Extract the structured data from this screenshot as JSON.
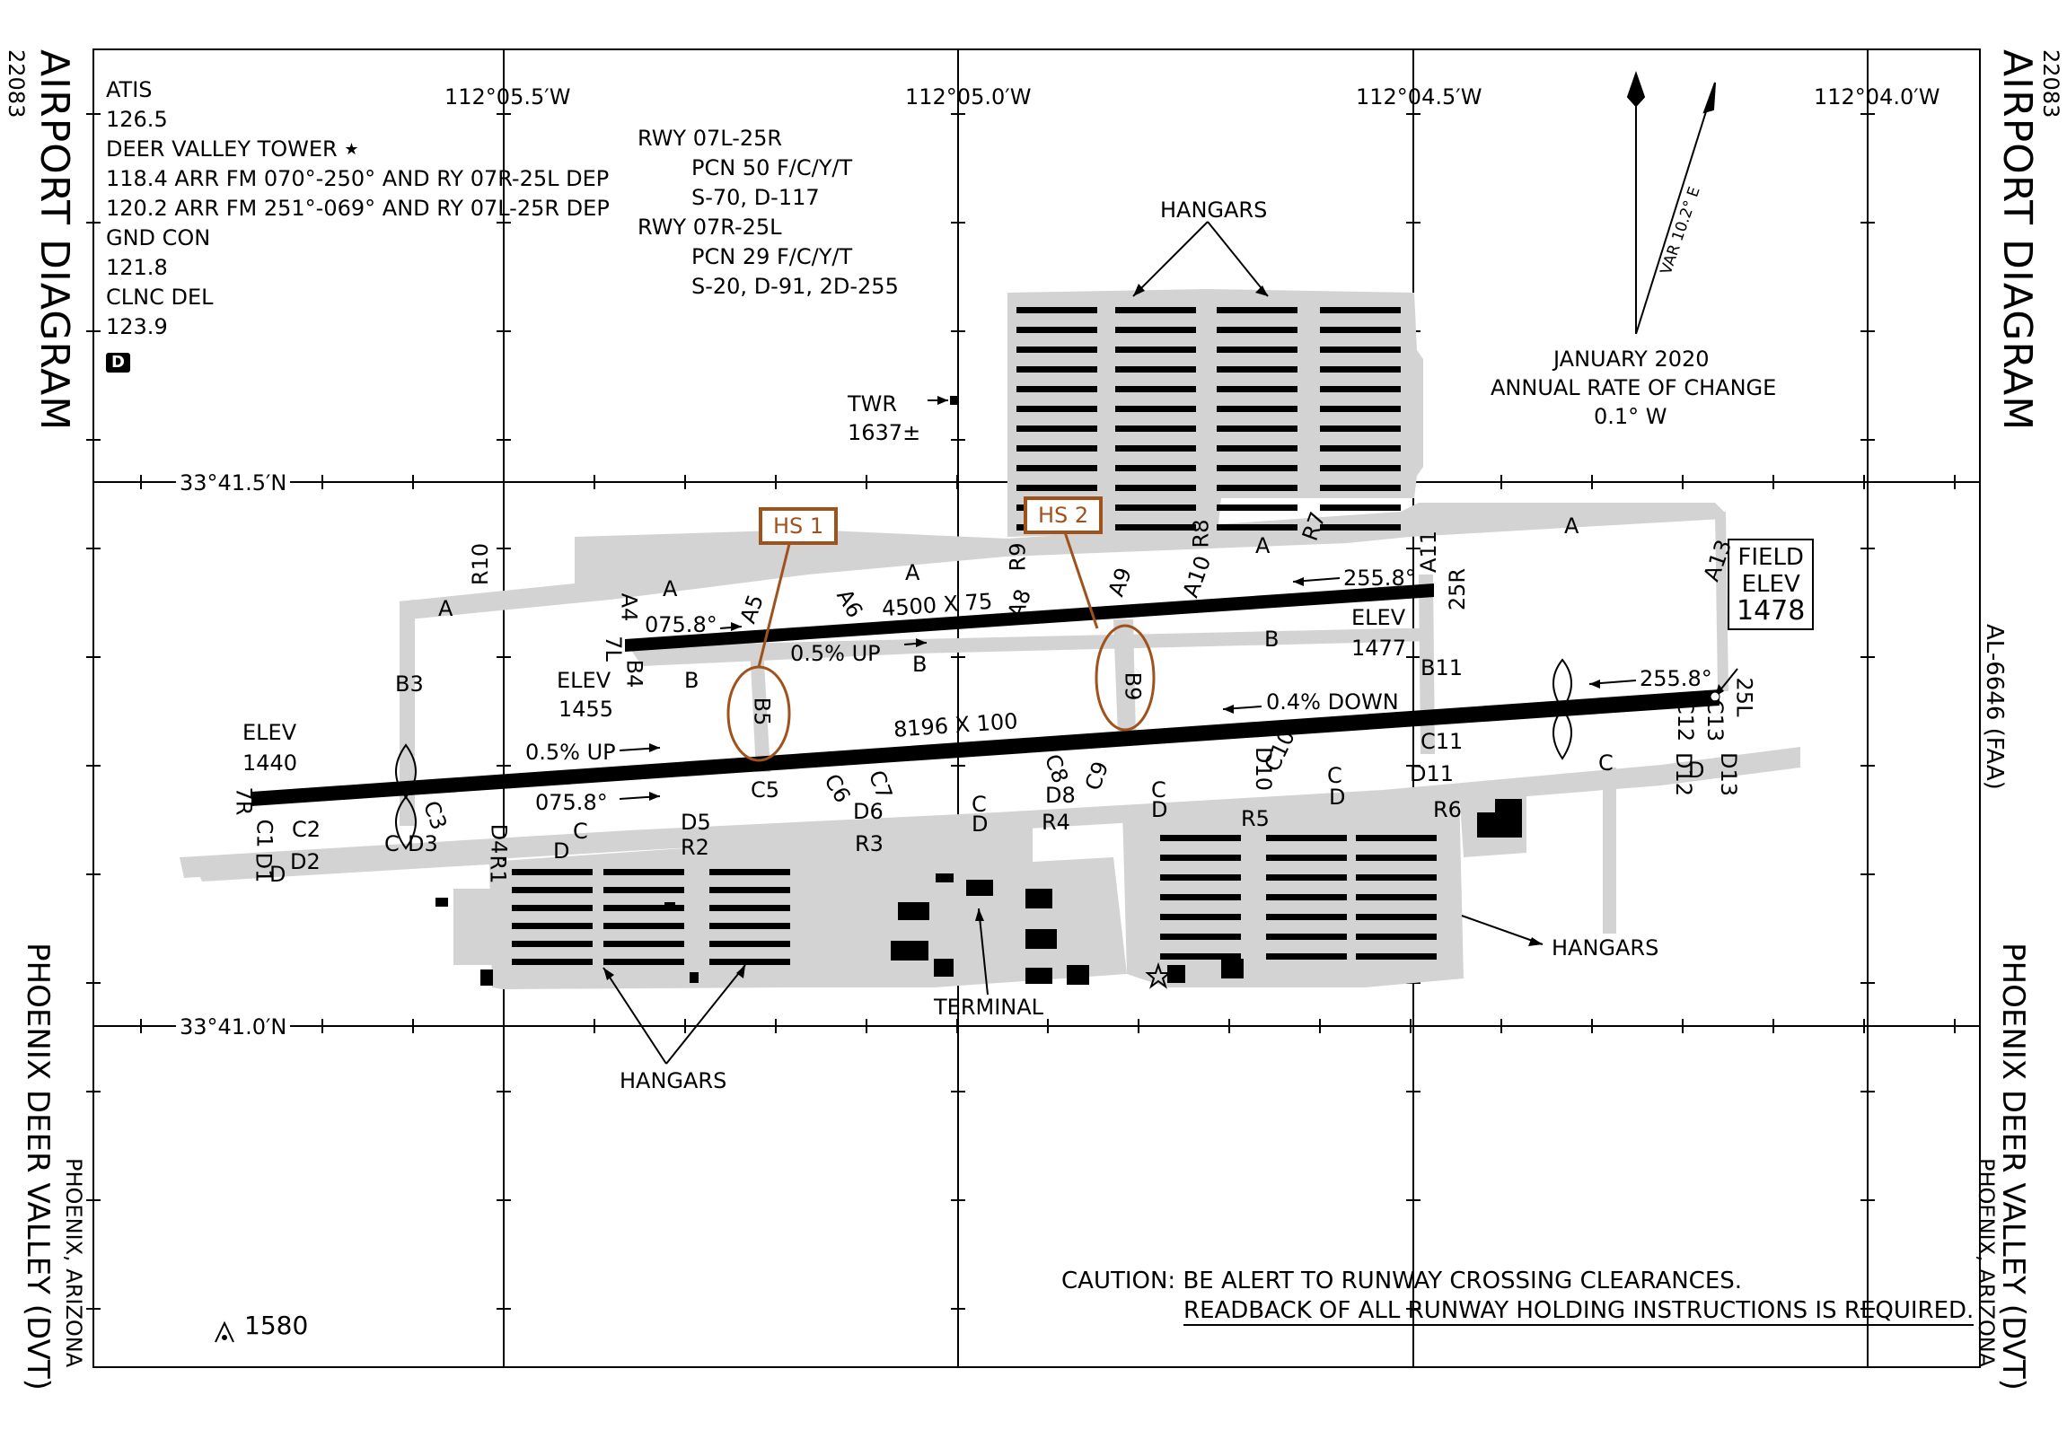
{
  "page": {
    "chart_id_left": "22083",
    "chart_id_right": "22083",
    "title_left": "AIRPORT DIAGRAM",
    "title_right": "AIRPORT DIAGRAM",
    "airport_name_left": "PHOENIX DEER VALLEY (DVT)",
    "airport_city_left": "PHOENIX, ARIZONA",
    "airport_name_right": "PHOENIX DEER VALLEY (DVT)",
    "airport_city_right": "PHOENIX, ARIZONA",
    "doc_number": "AL-6646 (FAA)"
  },
  "frequencies": {
    "atis_label": "ATIS",
    "atis_freq": "126.5",
    "tower_label": "DEER VALLEY TOWER",
    "tower_line1": "118.4  ARR FM 070°-250° AND RY 07R-25L DEP",
    "tower_line2": "120.2  ARR FM 251°-069° AND RY 07L-25R DEP",
    "gnd_label": "GND CON",
    "gnd_freq": "121.8",
    "clnc_label": "CLNC DEL",
    "clnc_freq": "123.9",
    "d_badge": "D"
  },
  "runway_info": {
    "r1_name": "RWY 07L-25R",
    "r1_pcn": "PCN 50 F/C/Y/T",
    "r1_wt": "S-70, D-117",
    "r2_name": "RWY 07R-25L",
    "r2_pcn": "PCN 29 F/C/Y/T",
    "r2_wt": "S-20, D-91, 2D-255"
  },
  "grid": {
    "lon": [
      "112°05.5′W",
      "112°05.0′W",
      "112°04.5′W",
      "112°04.0′W"
    ],
    "lat": [
      "33°41.5′N",
      "33°41.0′N"
    ]
  },
  "compass": {
    "var": "VAR 10.2° E",
    "date": "JANUARY 2020",
    "rate_label": "ANNUAL RATE OF CHANGE",
    "rate": "0.1° W"
  },
  "tower": {
    "label": "TWR",
    "elev": "1637±"
  },
  "field_elev": {
    "line1": "FIELD",
    "line2": "ELEV",
    "value": "1478"
  },
  "hot_spots": {
    "hs1": "HS 1",
    "hs2": "HS 2"
  },
  "caution": {
    "line1": "CAUTION: BE ALERT TO RUNWAY CROSSING CLEARANCES.",
    "line2": "READBACK OF ALL RUNWAY HOLDING INSTRUCTIONS IS REQUIRED."
  },
  "obstacle": "1580",
  "labels": {
    "hangars": "HANGARS",
    "terminal": "TERMINAL",
    "rwy_north_dims": "4500 X 75",
    "rwy_south_dims": "8196 X 100",
    "hdg_07": "075.8°",
    "hdg_25": "255.8°",
    "grad_north": "0.5% UP",
    "grad_south_up": "0.5% UP",
    "grad_south_down": "0.4% DOWN",
    "elev_word": "ELEV",
    "elev_1455": "1455",
    "elev_1440": "1440",
    "elev_1477": "1477",
    "rwy_7L": "7L",
    "rwy_7R": "7R",
    "rwy_25R": "25R",
    "rwy_25L": "25L",
    "tw": {
      "A": "A",
      "B": "B",
      "C": "C",
      "D": "D",
      "A4": "A4",
      "A5": "A5",
      "A6": "A6",
      "A8": "A8",
      "A9": "A9",
      "A10": "A10",
      "A11": "A11",
      "A13": "A13",
      "B3": "B3",
      "B4": "B4",
      "B5": "B5",
      "B9": "B9",
      "B11": "B11",
      "C1": "C1",
      "C2": "C2",
      "C3": "C3",
      "C5": "C5",
      "C6": "C6",
      "C7": "C7",
      "C8": "C8",
      "C9": "C9",
      "C10": "C10",
      "C11": "C11",
      "C12": "C12",
      "C13": "C13",
      "D1": "D1",
      "D2": "D2",
      "D3": "D3",
      "D4": "D4",
      "D5": "D5",
      "D6": "D6",
      "D8": "D8",
      "D10": "D10",
      "D11": "D11",
      "D12": "D12",
      "D13": "D13",
      "R1": "R1",
      "R2": "R2",
      "R3": "R3",
      "R4": "R4",
      "R5": "R5",
      "R6": "R6",
      "R7": "R7",
      "R8": "R8",
      "R9": "R9",
      "R10": "R10"
    }
  }
}
